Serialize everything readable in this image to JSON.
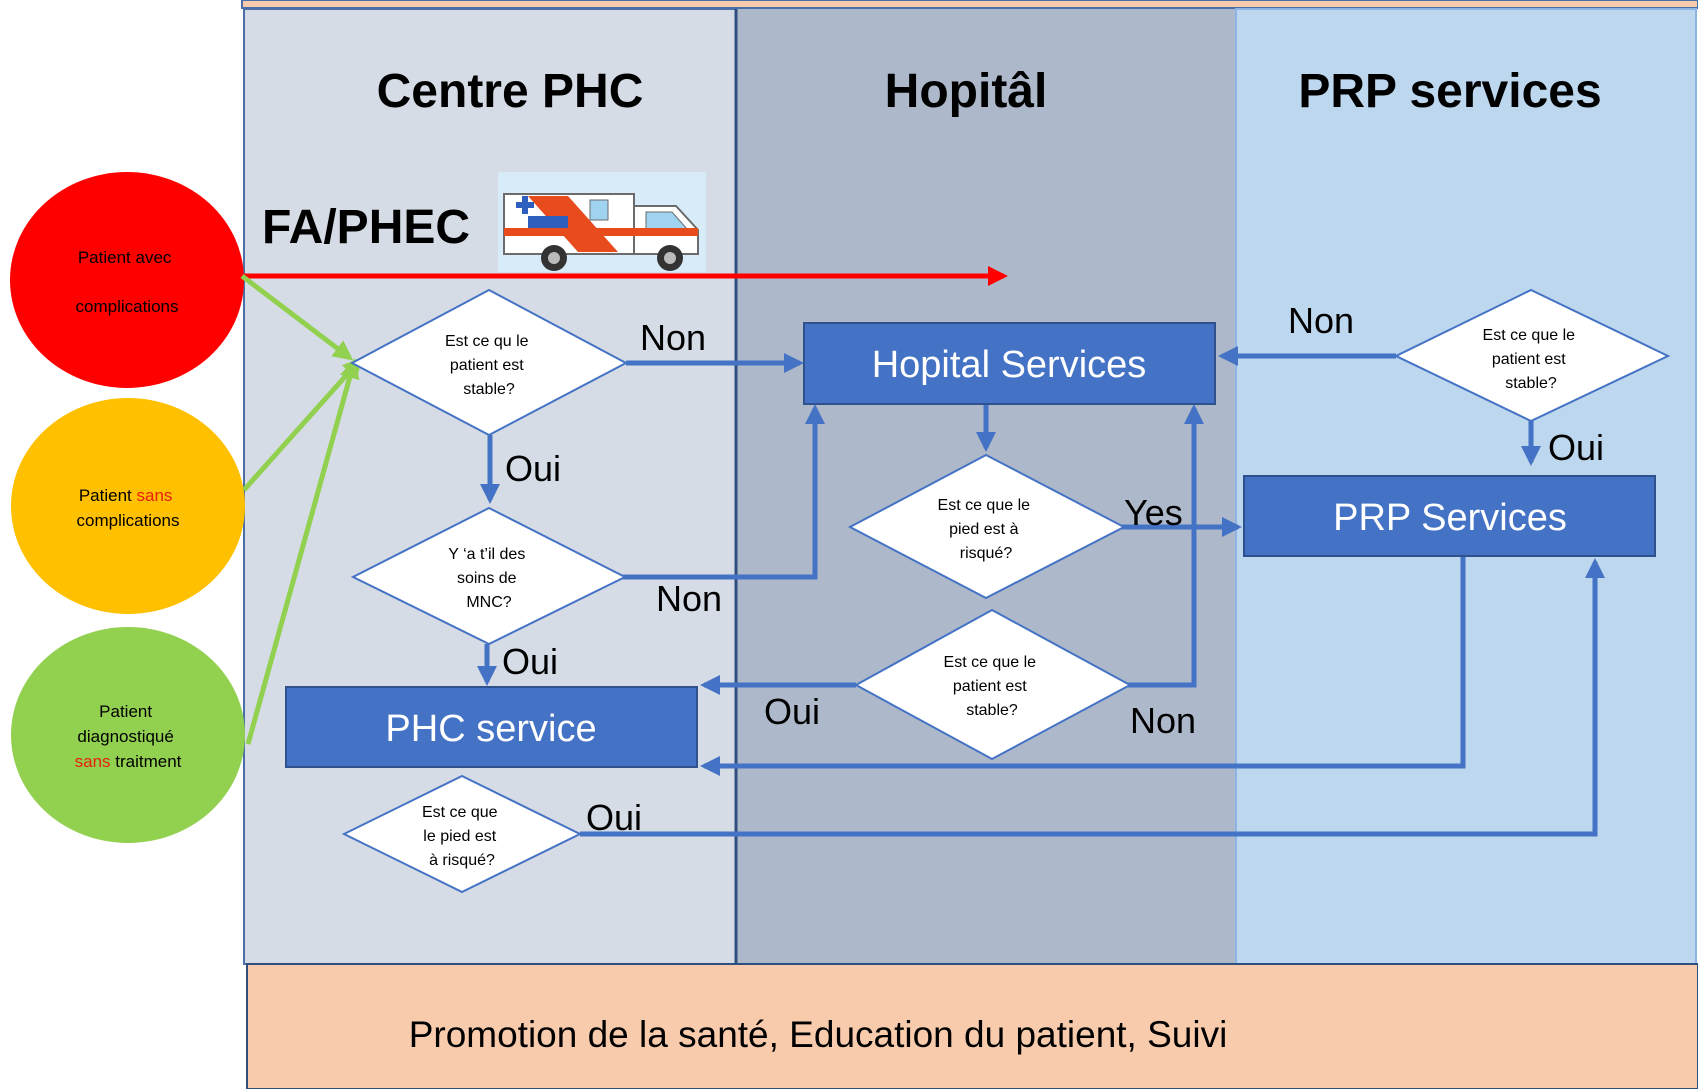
{
  "columns": {
    "phc": "Centre PHC",
    "hospital": "Hopitâl",
    "prp": "PRP services"
  },
  "fa_label": "FA/PHEC",
  "patients": {
    "complications": {
      "line1": "Patient avec",
      "line2": "complications",
      "color": "#ff0000"
    },
    "sans_complications": {
      "line1_a": "Patient ",
      "line1_b": "sans",
      "line2": "complications",
      "color": "#ffc000"
    },
    "diagnostique": {
      "line1": "Patient",
      "line2": "diagnostiqué",
      "line3_a": "sans",
      "line3_b": " traitment",
      "color": "#92d050"
    }
  },
  "decisions": {
    "phc_stable": [
      "Est ce qu le",
      "patient est",
      "stable?"
    ],
    "phc_mnc": [
      "Y ‘a t’il des",
      "soins de",
      "MNC?"
    ],
    "phc_pied": [
      "Est ce que",
      "le pied est",
      "à risqué?"
    ],
    "hosp_pied": [
      "Est ce que le",
      "pied est à",
      "risqué?"
    ],
    "hosp_stable": [
      "Est ce que le",
      "patient est",
      "stable?"
    ],
    "prp_stable": [
      "Est ce que le",
      "patient est",
      "stable?"
    ]
  },
  "boxes": {
    "hospital_services": "Hopital Services",
    "prp_services": "PRP Services",
    "phc_service": "PHC service"
  },
  "edge_labels": {
    "phc_stable_non": "Non",
    "phc_stable_oui": "Oui",
    "phc_mnc_non": "Non",
    "phc_mnc_oui": "Oui",
    "hosp_pied_yes": "Yes",
    "hosp_stable_oui": "Oui",
    "hosp_stable_non": "Non",
    "prp_stable_non": "Non",
    "prp_stable_oui": "Oui",
    "phc_pied_oui": "Oui"
  },
  "footer": "Promotion de la santé, Education du patient, Suivi",
  "colors": {
    "phc_column": "#d6dce5",
    "hospital_column": "#adb9ca",
    "prp_column": "#bdd7ee",
    "box_blue": "#4472c4",
    "arrow_blue": "#4472c4",
    "arrow_red": "#ff0000",
    "arrow_green": "#92d050",
    "footer_fill": "#f8cbad"
  }
}
